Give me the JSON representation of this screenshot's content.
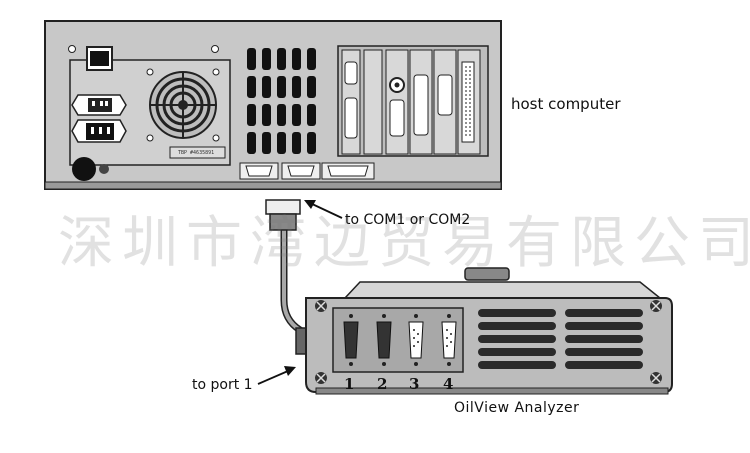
{
  "labels": {
    "host": "host computer",
    "com": "to COM1 or COM2",
    "port": "to port 1",
    "analyzer": "OilView Analyzer",
    "tag": "TBP   #4635891"
  },
  "watermark": "深圳市湾边贸易有限公司",
  "ports": [
    "1",
    "2",
    "3",
    "4"
  ],
  "colors": {
    "case": "#c8c8c8",
    "panel": "#b4b4b4",
    "outline": "#222222",
    "cable": "#a8a8a8"
  }
}
